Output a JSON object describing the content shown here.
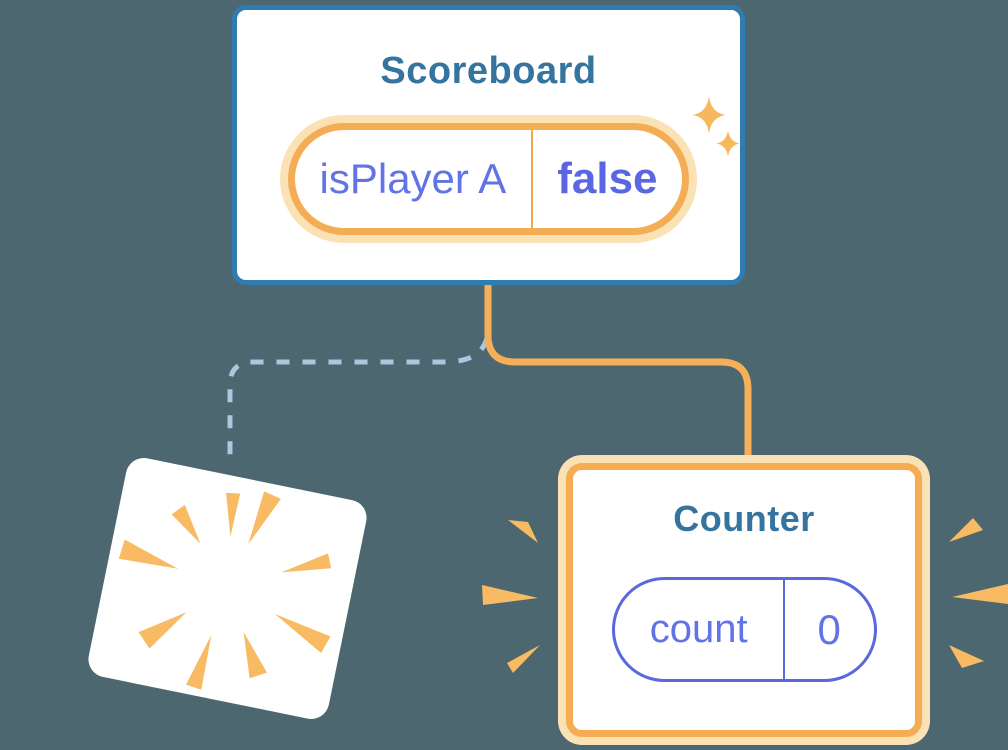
{
  "diagram": {
    "background_color": "#4C6770",
    "scoreboard": {
      "title": "Scoreboard",
      "state": {
        "label": "isPlayer A",
        "value": "false"
      }
    },
    "counter": {
      "title": "Counter",
      "state": {
        "label": "count",
        "value": "0"
      }
    },
    "connections": {
      "solid_orange": {
        "from": "Scoreboard",
        "to": "Counter"
      },
      "dashed_blue": {
        "from": "Scoreboard",
        "to": "destroyed-card"
      }
    },
    "colors": {
      "background": "#4C6770",
      "card_fill": "#FFFFFF",
      "scoreboard_border_blue": "#2E7DB2",
      "title_blue": "#35749E",
      "state_purple": "#6273E8",
      "state_purple_bold": "#5A66E2",
      "counter_pill_purple": "#5A68DE",
      "highlight_orange": "#F5AD55",
      "highlight_halo": "#FBE2B5",
      "connector_orange": "#F5AF58",
      "connector_dashed_blue": "#A9C7DF",
      "rays_orange": "#F8BB64"
    },
    "icons": {
      "sparkles": "sparkles-icon",
      "burst": "burst-icon",
      "emphasis_rays_left": "emphasis-rays-left-icon",
      "emphasis_rays_right": "emphasis-rays-right-icon"
    }
  }
}
